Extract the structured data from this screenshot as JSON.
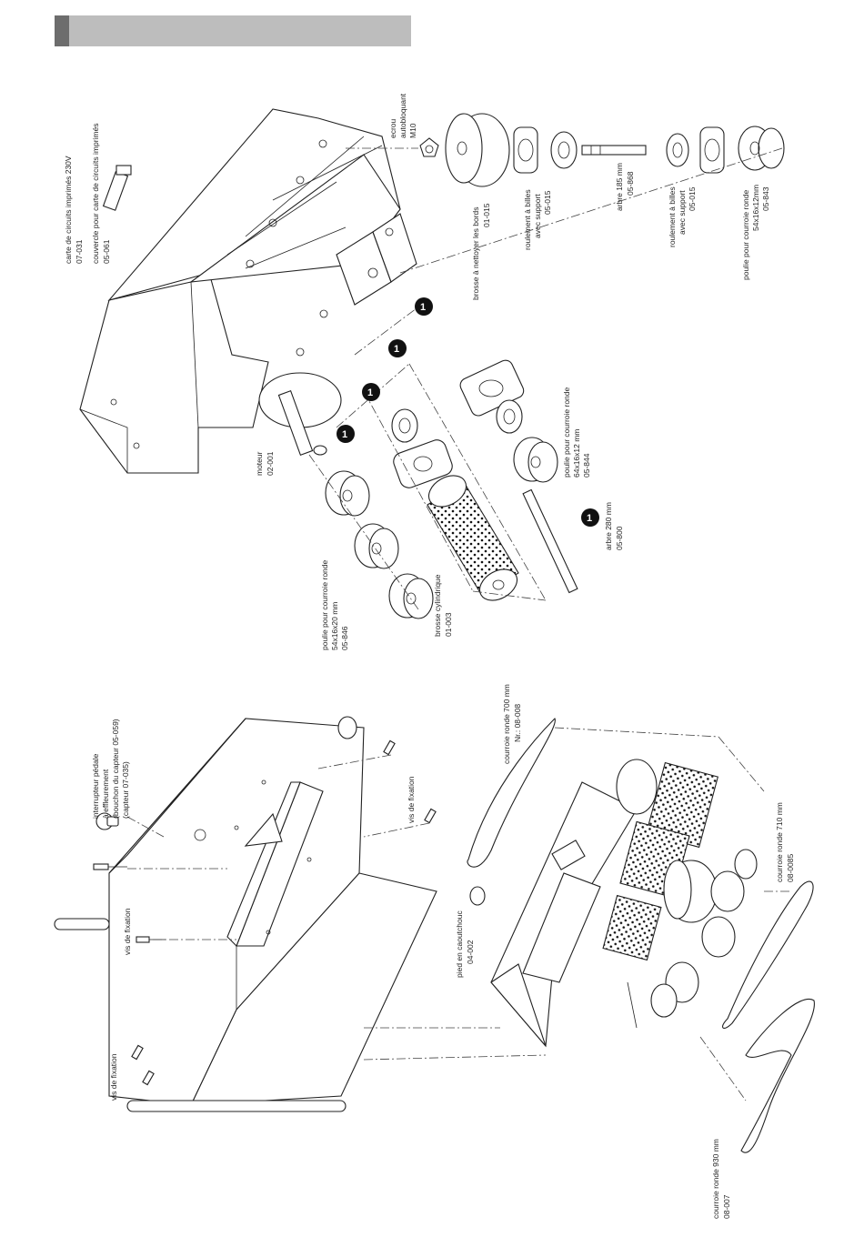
{
  "header": {
    "bar_color": "#bdbdbd",
    "accent_color": "#6d6d6d"
  },
  "labels": {
    "l_carte": "carte de circuits imprimés 230V",
    "l_carte_ref": "07-031",
    "l_couvercle": "couvercle pour carte de circuits imprimés",
    "l_couvercle_ref": "05-061",
    "l_ecrou1": "ecrou",
    "l_ecrou2": "autobloquant",
    "l_ecrou3": "M10",
    "l_brosse_bords": "brosse à nettoyer les bords",
    "l_brosse_bords_ref": "01-015",
    "l_roul1a": "roulement à billes",
    "l_roul1b": "avec support",
    "l_roul1_ref": "05-015",
    "l_arbre185": "arbre 185 mm",
    "l_arbre185_ref": "05-868",
    "l_roul2a": "roulement à billes",
    "l_roul2b": "avec support",
    "l_roul2_ref": "05-015",
    "l_poulie54_12a": "poulie pour courroie ronde",
    "l_poulie54_12b": "54x16x12mm",
    "l_poulie54_12_ref": "05-843",
    "l_moteur": "moteur",
    "l_moteur_ref": "02-001",
    "l_poulie64a": "poulie pour courroie ronde",
    "l_poulie64b": "64x16x12 mm",
    "l_poulie64_ref": "05-844",
    "l_arbre280": "arbre 280 mm",
    "l_arbre280_ref": "05-800",
    "l_poulie54_20a": "poulie pour courroie ronde",
    "l_poulie54_20b": "54x16x20 mm",
    "l_poulie54_20_ref": "05-846",
    "l_brosse_cyl": "brosse cylindrique",
    "l_brosse_cyl_ref": "01-003",
    "l_interrupteur1": "interrupteur pédale",
    "l_interrupteur2": "à effleurement",
    "l_interrupteur3": "(bouchon du capteur 05-059)",
    "l_interrupteur4": "(capteur 07-035)",
    "l_courroie700": "courroie ronde 700 mm",
    "l_courroie700_ref": "Nr.: 08-008",
    "l_vis1": "vis de fixation",
    "l_vis2": "vis de fixation",
    "l_vis3": "vis de fixation",
    "l_pied": "pied en caoutchouc",
    "l_pied_ref": "04-002",
    "l_courroie710": "courroie ronde 710 mm",
    "l_courroie710_ref": "08-0085",
    "l_courroie930": "courroie ronde 930 mm",
    "l_courroie930_ref": "08-007"
  },
  "callouts": [
    "1",
    "1",
    "1",
    "1",
    "1"
  ]
}
